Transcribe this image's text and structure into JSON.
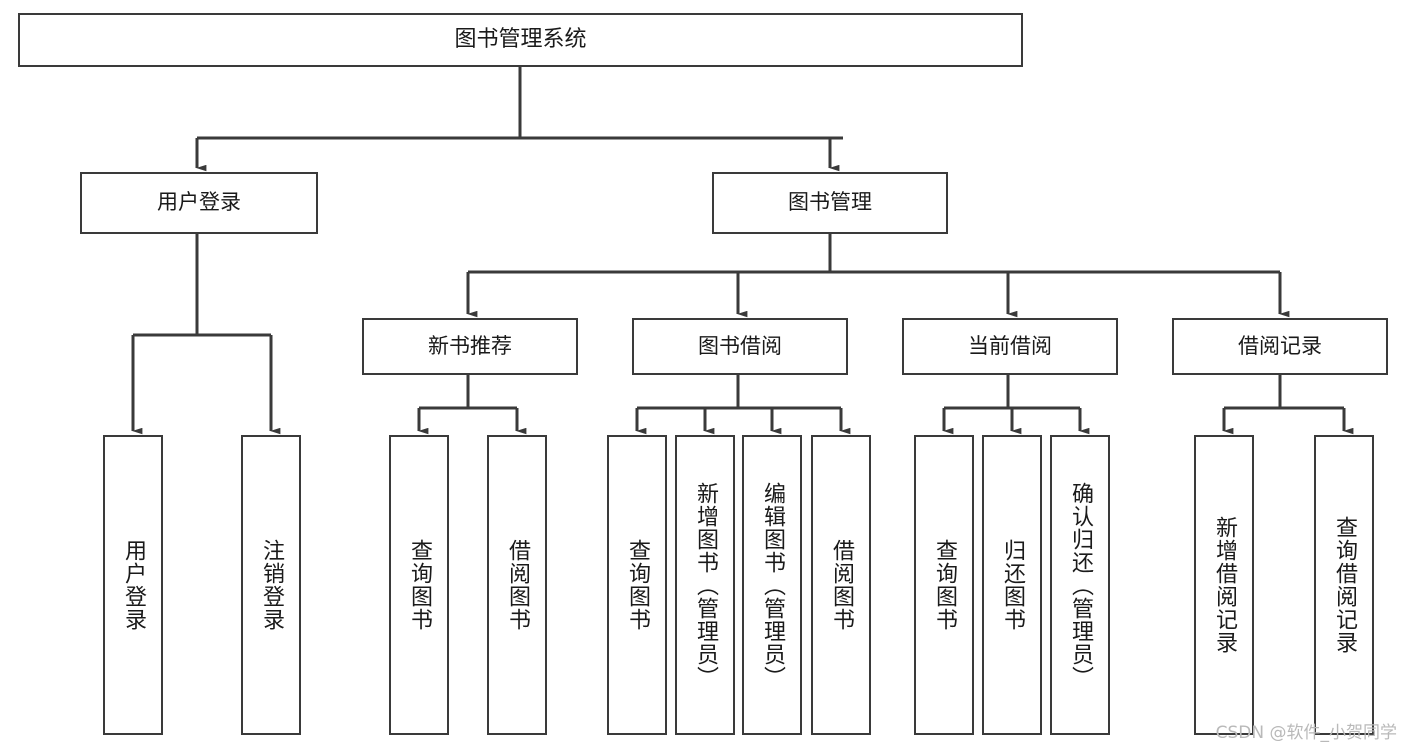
{
  "diagram": {
    "title": "图书管理系统",
    "type": "tree-hierarchy",
    "root": {
      "id": "root",
      "label": "图书管理系统"
    },
    "level2": [
      {
        "id": "user-login",
        "label": "用户登录"
      },
      {
        "id": "book-manage",
        "label": "图书管理"
      }
    ],
    "level3": [
      {
        "id": "new-book-rec",
        "label": "新书推荐"
      },
      {
        "id": "book-borrow",
        "label": "图书借阅"
      },
      {
        "id": "current-borrow",
        "label": "当前借阅"
      },
      {
        "id": "borrow-record",
        "label": "借阅记录"
      }
    ],
    "leaves": [
      {
        "id": "leaf-user-login",
        "label": "用户登录",
        "parent": "user-login"
      },
      {
        "id": "leaf-user-logout",
        "label": "注销登录",
        "parent": "user-login"
      },
      {
        "id": "leaf-query-book-1",
        "label": "查询图书",
        "parent": "new-book-rec"
      },
      {
        "id": "leaf-borrow-book-1",
        "label": "借阅图书",
        "parent": "new-book-rec"
      },
      {
        "id": "leaf-query-book-2",
        "label": "查询图书",
        "parent": "book-borrow"
      },
      {
        "id": "leaf-add-book",
        "label": "新增图书（管理员）",
        "parent": "book-borrow"
      },
      {
        "id": "leaf-edit-book",
        "label": "编辑图书（管理员）",
        "parent": "book-borrow"
      },
      {
        "id": "leaf-borrow-book-2",
        "label": "借阅图书",
        "parent": "book-borrow"
      },
      {
        "id": "leaf-query-book-3",
        "label": "查询图书",
        "parent": "current-borrow"
      },
      {
        "id": "leaf-return-book",
        "label": "归还图书",
        "parent": "current-borrow"
      },
      {
        "id": "leaf-confirm-return",
        "label": "确认归还（管理员）",
        "parent": "current-borrow"
      },
      {
        "id": "leaf-add-record",
        "label": "新增借阅记录",
        "parent": "borrow-record"
      },
      {
        "id": "leaf-query-record",
        "label": "查询借阅记录",
        "parent": "borrow-record"
      }
    ],
    "colors": {
      "box_border": "#3a3a3a",
      "box_fill": "#ffffff",
      "connector": "#3a3a3a",
      "text": "#1a1a1a",
      "watermark": "#b9b9b9"
    }
  },
  "watermark": {
    "text": "CSDN @软件_小贺同学"
  }
}
